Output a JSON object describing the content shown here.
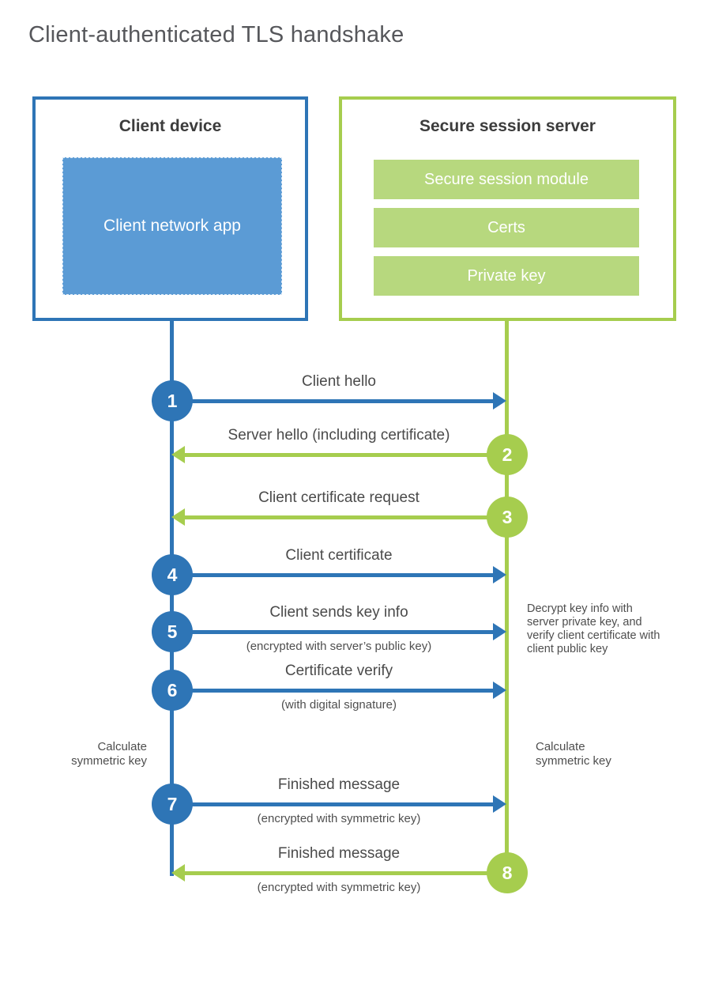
{
  "title": "Client-authenticated TLS handshake",
  "colors": {
    "blue_stroke": "#2e75b6",
    "blue_fill": "#5b9bd5",
    "green_stroke": "#a6cd4e",
    "green_fill": "#b7d87e",
    "text": "#4a4a4a",
    "title_text": "#56575b"
  },
  "client_box": {
    "title": "Client device",
    "app_label": "Client network app"
  },
  "server_box": {
    "title": "Secure session server",
    "modules": [
      "Secure session module",
      "Certs",
      "Private key"
    ]
  },
  "messages": [
    {
      "number": "1",
      "label": "Client hello",
      "sublabel": "",
      "from": "client",
      "to": "server",
      "color": "blue"
    },
    {
      "number": "2",
      "label": "Server hello (including certificate)",
      "sublabel": "",
      "from": "server",
      "to": "client",
      "color": "green"
    },
    {
      "number": "3",
      "label": "Client certificate request",
      "sublabel": "",
      "from": "server",
      "to": "client",
      "color": "green"
    },
    {
      "number": "4",
      "label": "Client certificate",
      "sublabel": "",
      "from": "client",
      "to": "server",
      "color": "blue"
    },
    {
      "number": "5",
      "label": "Client sends key info",
      "sublabel": "(encrypted with server’s public key)",
      "from": "client",
      "to": "server",
      "color": "blue"
    },
    {
      "number": "6",
      "label": "Certificate verify",
      "sublabel": "(with digital signature)",
      "from": "client",
      "to": "server",
      "color": "blue"
    },
    {
      "number": "7",
      "label": "Finished message",
      "sublabel": "(encrypted with symmetric key)",
      "from": "client",
      "to": "server",
      "color": "blue"
    },
    {
      "number": "8",
      "label": "Finished message",
      "sublabel": "(encrypted with symmetric key)",
      "from": "server",
      "to": "client",
      "color": "green"
    }
  ],
  "notes": {
    "decrypt": "Decrypt key info with server private key, and verify client certificate with client public key",
    "calc_left": "Calculate symmetric key",
    "calc_right": "Calculate symmetric key"
  }
}
